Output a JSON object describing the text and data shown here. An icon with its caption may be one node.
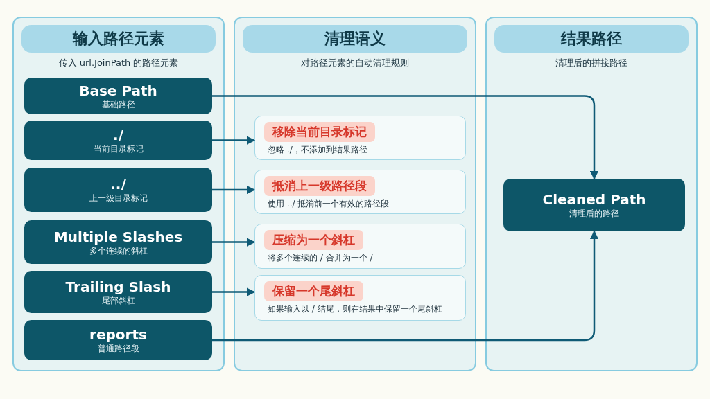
{
  "diagram": {
    "nodes": [
      {
        "text": [
          "输入路径元素",
          "传入 url.JoinPath 的路径元素"
        ]
      },
      {
        "text": [
          "Base Path",
          "基础路径"
        ],
        "in": 0
      },
      {
        "text": [
          "./",
          "当前目录标记"
        ],
        "in": 0
      },
      {
        "text": [
          "../",
          "上一级目录标记"
        ],
        "in": 0
      },
      {
        "text": [
          "Multiple Slashes",
          "多个连续的斜杠"
        ],
        "in": 0
      },
      {
        "text": [
          "Trailing Slash",
          "尾部斜杠"
        ],
        "in": 0
      },
      {
        "text": [
          "reports",
          "普通路径段"
        ],
        "in": 0
      },
      {
        "text": [
          "清理语义",
          "对路径元素的自动清理规则"
        ]
      },
      {
        "text": [
          "移除当前目录标记",
          "忽略 ./，不添加到结果路径"
        ],
        "in": 7
      },
      {
        "text": [
          "抵消上一级路径段",
          "使用 ../ 抵消前一个有效的路径段"
        ],
        "in": 7
      },
      {
        "text": [
          "压缩为一个斜杠",
          "将多个连续的 / 合并为一个 /"
        ],
        "in": 7
      },
      {
        "text": [
          "保留一个尾斜杠",
          "如果输入以 / 结尾，则在结果中保留一个尾斜杠"
        ],
        "in": 7
      },
      {
        "text": [
          "结果路径",
          "清理后的拼接路径"
        ]
      },
      {
        "text": [
          "Cleaned Path",
          "清理后的路径"
        ],
        "in": 12
      }
    ],
    "edges": [
      {
        "from": 1,
        "to": 13,
        "arrow": "to"
      },
      {
        "from": 2,
        "to": 8,
        "arrow": "to"
      },
      {
        "from": 3,
        "to": 9,
        "arrow": "to"
      },
      {
        "from": 4,
        "to": 10,
        "arrow": "to"
      },
      {
        "from": 5,
        "to": 11,
        "arrow": "to"
      },
      {
        "from": 6,
        "to": 13,
        "arrow": "to"
      }
    ]
  }
}
